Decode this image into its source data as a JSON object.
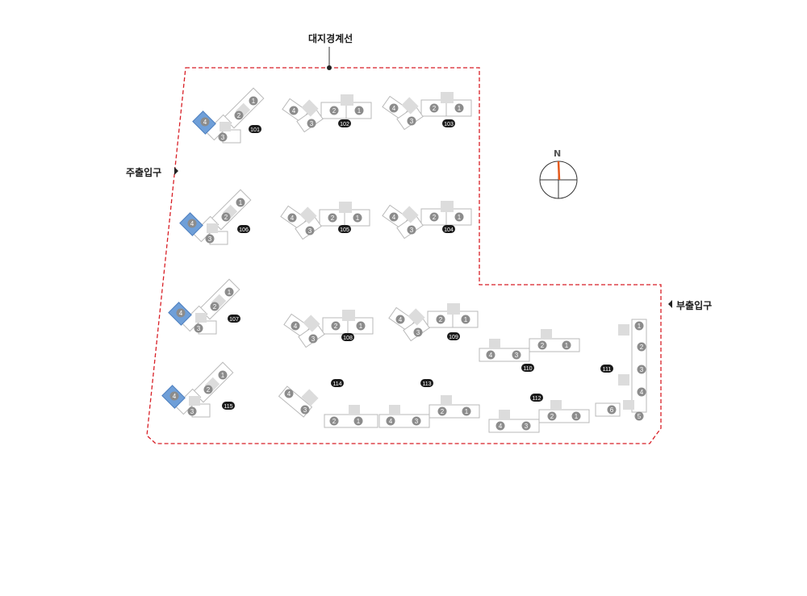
{
  "labels": {
    "boundary": "대지경계선",
    "main_entrance": "주출입구",
    "sub_entrance": "부출입구",
    "north": "N"
  },
  "buildings": [
    {
      "id": "101",
      "units": [
        "1",
        "2",
        "3",
        "4"
      ],
      "highlight": "4"
    },
    {
      "id": "102",
      "units": [
        "4",
        "3",
        "2",
        "1"
      ]
    },
    {
      "id": "103",
      "units": [
        "4",
        "3",
        "2",
        "1"
      ]
    },
    {
      "id": "106",
      "units": [
        "1",
        "2",
        "3",
        "4"
      ],
      "highlight": "4"
    },
    {
      "id": "105",
      "units": [
        "4",
        "3",
        "2",
        "1"
      ]
    },
    {
      "id": "104",
      "units": [
        "4",
        "3",
        "2",
        "1"
      ]
    },
    {
      "id": "107",
      "units": [
        "1",
        "2",
        "3",
        "4"
      ],
      "highlight": "4"
    },
    {
      "id": "108",
      "units": [
        "4",
        "3",
        "2",
        "1"
      ]
    },
    {
      "id": "109",
      "units": [
        "4",
        "3",
        "2",
        "1"
      ]
    },
    {
      "id": "110",
      "units": [
        "4",
        "3",
        "2",
        "1"
      ]
    },
    {
      "id": "111",
      "units": [
        "1",
        "2",
        "3",
        "4",
        "5",
        "6"
      ]
    },
    {
      "id": "115",
      "units": [
        "1",
        "2",
        "3",
        "4"
      ],
      "highlight": "4"
    },
    {
      "id": "114",
      "units": [
        "4",
        "3",
        "2",
        "1"
      ]
    },
    {
      "id": "113",
      "units": [
        "4",
        "3",
        "2",
        "1"
      ]
    },
    {
      "id": "112",
      "units": [
        "4",
        "3",
        "2",
        "1"
      ]
    }
  ],
  "colors": {
    "boundary": "#d81f26",
    "highlight": "#6f9fd8",
    "badge": "#1a1a1a",
    "unit_circle": "#8c8c8c",
    "north_needle": "#e55a1c",
    "core": "#dcdcdc",
    "outline": "#b9b9b9"
  }
}
